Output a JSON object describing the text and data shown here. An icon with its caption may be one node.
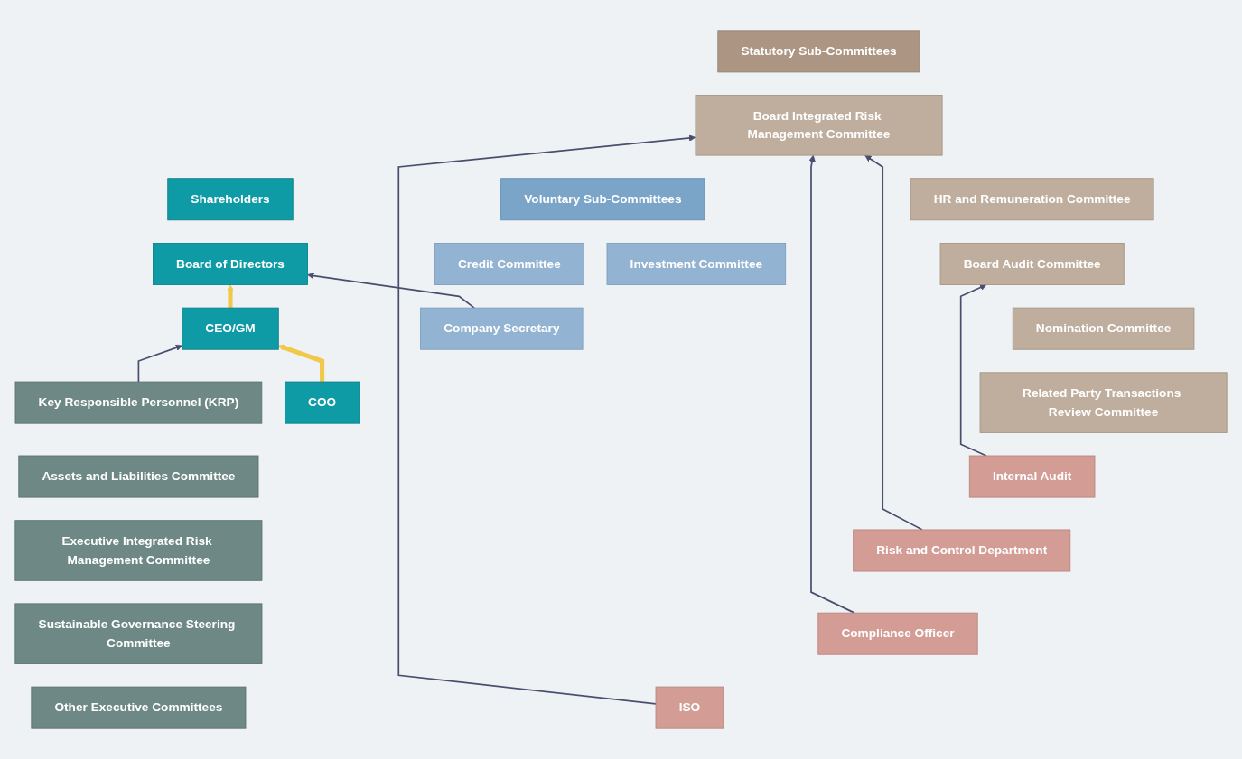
{
  "diagram": {
    "nodes": [
      {
        "text": [
          "Shareholders"
        ]
      },
      {
        "text": [
          "Statutory Sub-Committees"
        ]
      },
      {
        "text": [
          "Board Integrated Risk Management Committee"
        ]
      },
      {
        "text": [
          "HR and Remuneration Committee"
        ]
      },
      {
        "text": [
          "Board Audit Committee"
        ]
      },
      {
        "text": [
          "Nomination Committee"
        ]
      },
      {
        "text": [
          "Related Party Transactions Review Committee"
        ]
      },
      {
        "text": [
          "Board of Directors"
        ]
      },
      {
        "text": [
          "CEO/GM"
        ]
      },
      {
        "text": [
          "COO"
        ]
      },
      {
        "text": [
          "Voluntary Sub-Committees"
        ]
      },
      {
        "text": [
          "Credit Committee"
        ]
      },
      {
        "text": [
          "Investment Committee"
        ]
      },
      {
        "text": [
          "Company Secretary"
        ]
      },
      {
        "text": [
          "Internal Audit"
        ]
      },
      {
        "text": [
          "Risk and Control Department"
        ]
      },
      {
        "text": [
          "Compliance Officer"
        ]
      },
      {
        "text": [
          "ISO"
        ]
      },
      {
        "text": [
          "Key Responsible Personnel (KRP)"
        ]
      },
      {
        "text": [
          "Assets and Liabilities Committee"
        ]
      },
      {
        "text": [
          "Executive Integrated Risk Management Committee"
        ]
      },
      {
        "text": [
          "Sustainable Governance Steering Committee"
        ]
      },
      {
        "text": [
          "Other Executive Committees"
        ]
      }
    ],
    "edges": [
      {
        "from": 9,
        "to": 8,
        "arrow": "to",
        "style": "thick",
        "color": "#f2c84b"
      },
      {
        "from": 8,
        "to": 7,
        "arrow": "to",
        "style": "thick",
        "color": "#f2c84b"
      },
      {
        "from": 13,
        "to": 7,
        "arrow": "to"
      },
      {
        "from": 18,
        "to": 8,
        "arrow": "to"
      },
      {
        "from": 14,
        "to": 4,
        "arrow": "to"
      },
      {
        "from": 15,
        "to": 2,
        "arrow": "to"
      },
      {
        "from": 16,
        "to": 2,
        "arrow": "to"
      },
      {
        "from": 17,
        "to": 2,
        "arrow": "to"
      }
    ]
  }
}
